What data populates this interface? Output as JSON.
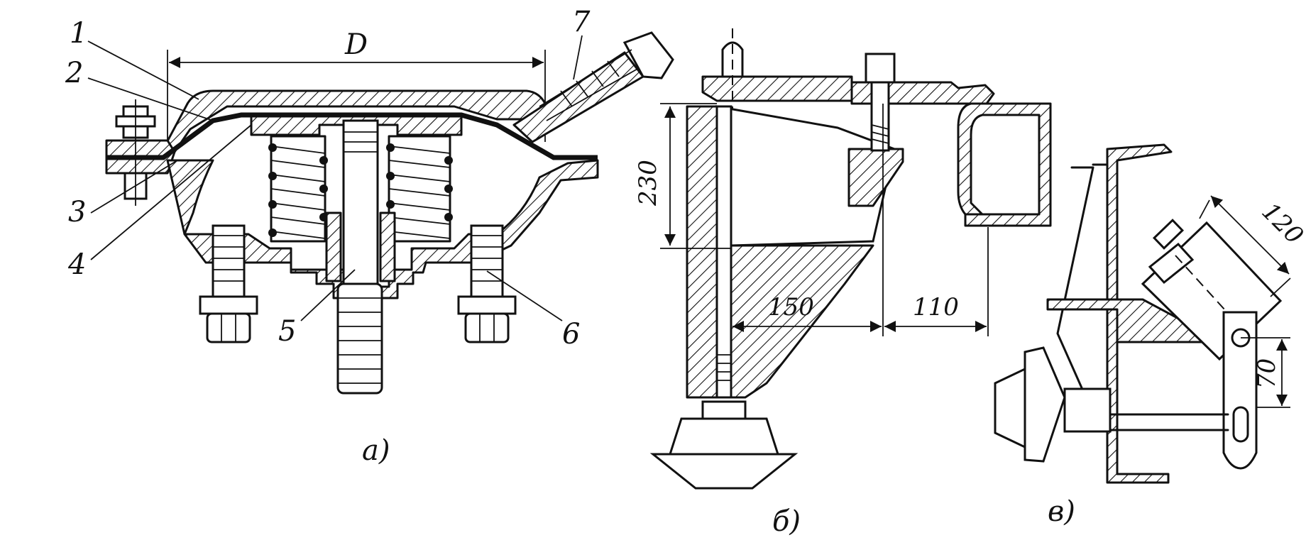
{
  "figure_a": {
    "caption": "а)",
    "dimension_label": "D",
    "callouts": [
      "1",
      "2",
      "3",
      "4",
      "5",
      "6",
      "7"
    ]
  },
  "figure_b": {
    "caption": "б)",
    "dimensions": [
      "230",
      "150",
      "110"
    ]
  },
  "figure_c": {
    "caption": "в)",
    "dimensions": [
      "120",
      "70"
    ]
  }
}
